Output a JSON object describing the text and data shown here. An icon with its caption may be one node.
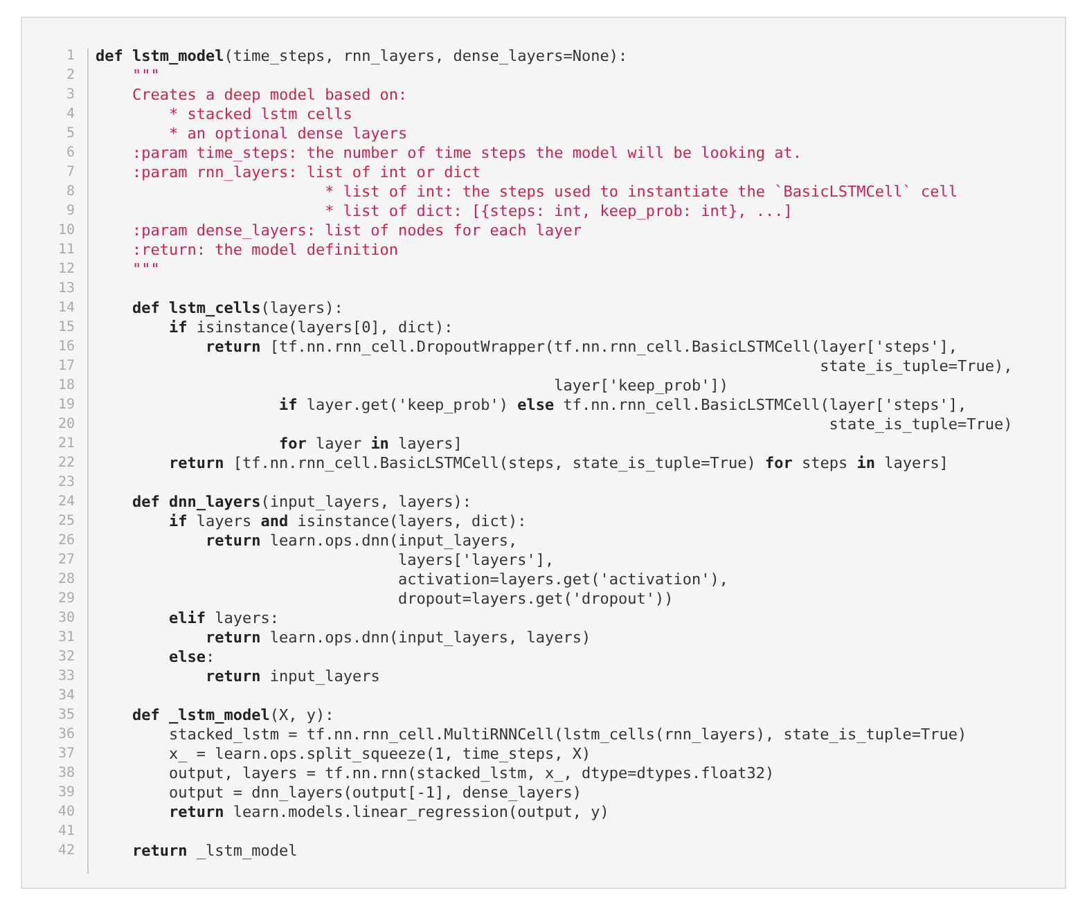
{
  "diagram": {
    "labels": [
      "1",
      "**def** **lstm_model**(time_steps, rnn_layers, dense_layers=None):",
      "2",
      "    \"\"\"",
      "3",
      "    Creates a deep model based on:",
      "4",
      "        * stacked lstm cells",
      "5",
      "        * an optional dense layers",
      "6",
      "    :param time_steps: the number of time steps the model will be looking at.",
      "7",
      "    :param rnn_layers: list of int or dict",
      "8",
      "                         * list of int: the steps used to instantiate the `BasicLSTMCell` cell",
      "9",
      "                         * list of dict: [{steps: int, keep_prob: int}, ...]",
      "10",
      "    :param dense_layers: list of nodes for each layer",
      "11",
      "    :return: the model definition",
      "12",
      "    \"\"\"",
      "13",
      "14",
      "    **def** **lstm_cells**(layers):",
      "15",
      "        **if** isinstance(layers[0], dict):",
      "16",
      "            **return** [tf.nn.rnn_cell.DropoutWrapper(tf.nn.rnn_cell.BasicLSTMCell(layer['steps'],",
      "17",
      "                                                                               state_is_tuple=True),",
      "18",
      "                                                  layer['keep_prob'])",
      "19",
      "                    **if** layer.get('keep_prob') **else** tf.nn.rnn_cell.BasicLSTMCell(layer['steps'],",
      "20",
      "                                                                                state_is_tuple=True)",
      "21",
      "                    **for** layer **in** layers]",
      "22",
      "        **return** [tf.nn.rnn_cell.BasicLSTMCell(steps, state_is_tuple=True) **for** steps **in** layers]",
      "23",
      "24",
      "    **def** **dnn_layers**(input_layers, layers):",
      "25",
      "        **if** layers **and** isinstance(layers, dict):",
      "26",
      "            **return** learn.ops.dnn(input_layers,",
      "27",
      "                                 layers['layers'],",
      "28",
      "                                 activation=layers.get('activation'),",
      "29",
      "                                 dropout=layers.get('dropout'))",
      "30",
      "        **elif** layers:",
      "31",
      "            **return** learn.ops.dnn(input_layers, layers)",
      "32",
      "        **else**:",
      "33",
      "            **return** input_layers",
      "34",
      "35",
      "    **def** **_lstm_model**(X, y):",
      "36",
      "        stacked_lstm = tf.nn.rnn_cell.MultiRNNCell(lstm_cells(rnn_layers), state_is_tuple=True)",
      "37",
      "        x_ = learn.ops.split_squeeze(1, time_steps, X)",
      "38",
      "        output, layers = tf.nn.rnn(stacked_lstm, x_, dtype=dtypes.float32)",
      "39",
      "        output = dnn_layers(output[-1], dense_layers)",
      "40",
      "        **return** learn.models.linear_regression(output, y)",
      "41",
      "42",
      "    **return** _lstm_model"
    ]
  }
}
